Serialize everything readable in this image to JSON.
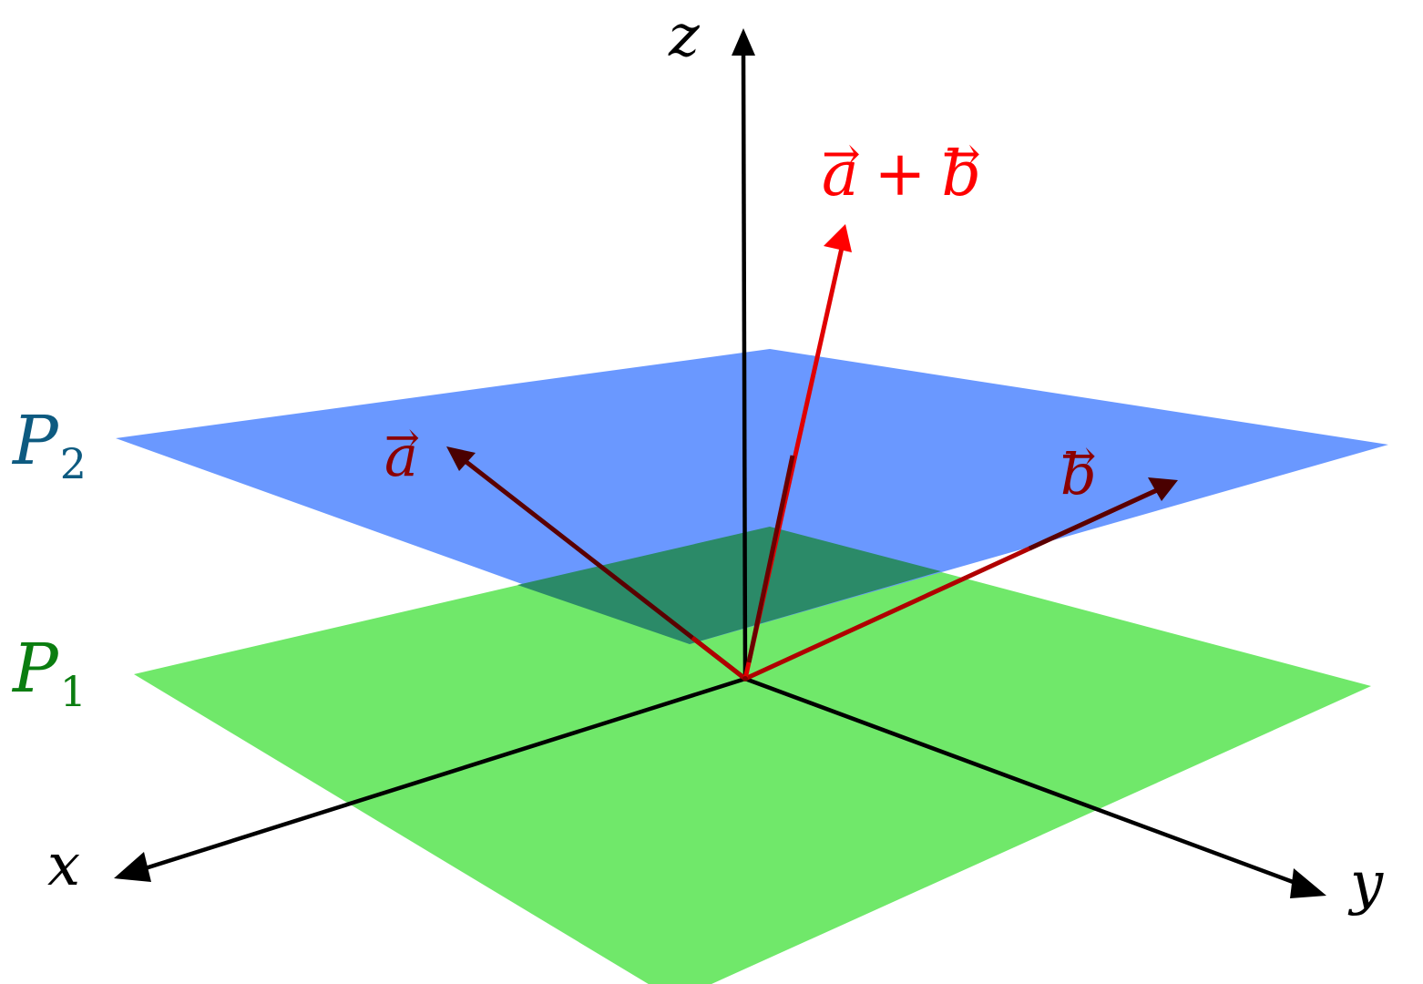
{
  "diagram": {
    "type": "3d-vector-planes",
    "colors": {
      "background": "#ffffff",
      "plane_p2": "#6a98ff",
      "plane_p1": "#70e86a",
      "overlap": "#2b8a68",
      "axis": "#000000",
      "vector_dark": "#8b0000",
      "vector_sum": "#ff0000",
      "label_p2": "#0d5a80",
      "label_p1": "#0a7d10",
      "label_vec": "#8b0000",
      "label_sum": "#ff0000"
    },
    "axes": {
      "x": {
        "label": "x"
      },
      "y": {
        "label": "y"
      },
      "z": {
        "label": "z"
      }
    },
    "planes": [
      {
        "name": "P",
        "subscript": "2",
        "color": "#6a98ff"
      },
      {
        "name": "P",
        "subscript": "1",
        "color": "#70e86a"
      }
    ],
    "vectors": {
      "a": {
        "label": "a",
        "arrow": "→"
      },
      "b": {
        "label": "b",
        "arrow": "→"
      },
      "sum": {
        "a_label": "a",
        "plus": "+",
        "b_label": "b",
        "arrow": "→"
      }
    }
  }
}
